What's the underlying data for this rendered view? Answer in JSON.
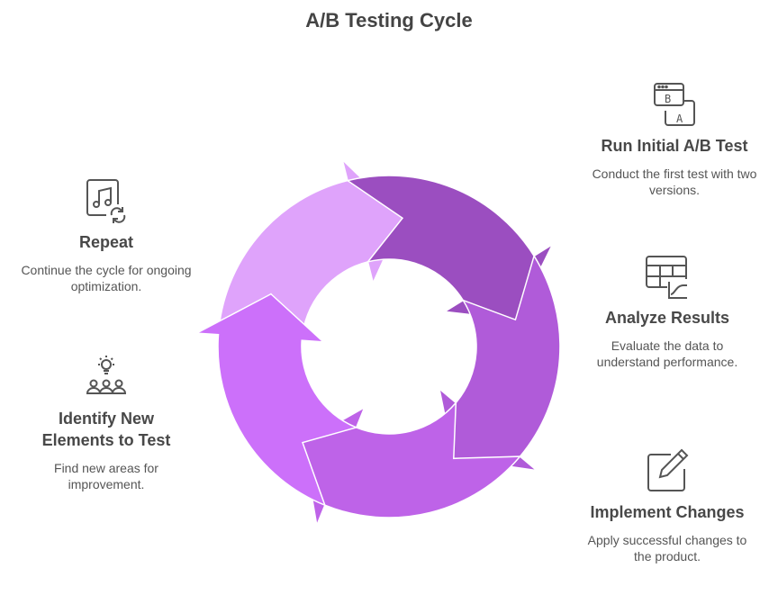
{
  "title": "A/B Testing Cycle",
  "steps": [
    {
      "id": "run",
      "heading": "Run Initial A/B Test",
      "description": "Conduct the first test with two versions.",
      "icon": "ab-test-windows-icon",
      "color": "#9B4EC0"
    },
    {
      "id": "analyze",
      "heading": "Analyze Results",
      "description": "Evaluate the data to understand performance.",
      "icon": "table-chart-icon",
      "color": "#B05BD9"
    },
    {
      "id": "implement",
      "heading": "Implement Changes",
      "description": "Apply successful changes to the product.",
      "icon": "edit-pencil-icon",
      "color": "#BE63E8"
    },
    {
      "id": "identify",
      "heading": "Identify New Elements to Test",
      "description": "Find new areas for improvement.",
      "icon": "idea-team-icon",
      "color": "#CC70FA"
    },
    {
      "id": "repeat",
      "heading": "Repeat",
      "description": "Continue the cycle for ongoing optimization.",
      "icon": "music-repeat-icon",
      "color": "#DFA3FB"
    }
  ]
}
